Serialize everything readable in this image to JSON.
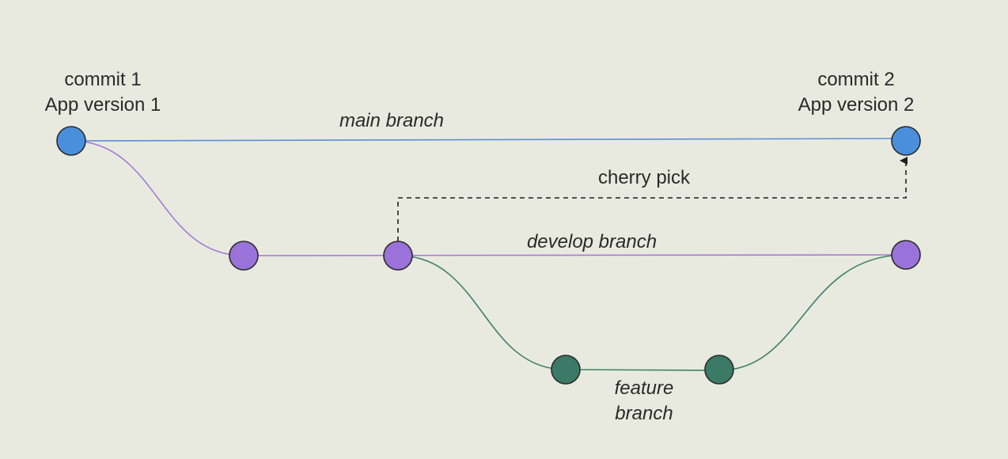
{
  "diagram": {
    "commit1": {
      "title": "commit 1",
      "subtitle": "App version 1"
    },
    "commit2": {
      "title": "commit 2",
      "subtitle": "App version 2"
    },
    "labels": {
      "main": "main branch",
      "cherry": "cherry pick",
      "develop": "develop branch",
      "feature_line1": "feature",
      "feature_line2": "branch"
    }
  },
  "colors": {
    "background": "#e8eadf",
    "main": "#4a8fdc",
    "develop": "#9b72d9",
    "feature": "#3b7a66",
    "main_line": "#5b8fd6",
    "develop_line": "#a57ad6",
    "feature_line": "#3f7f6b"
  }
}
